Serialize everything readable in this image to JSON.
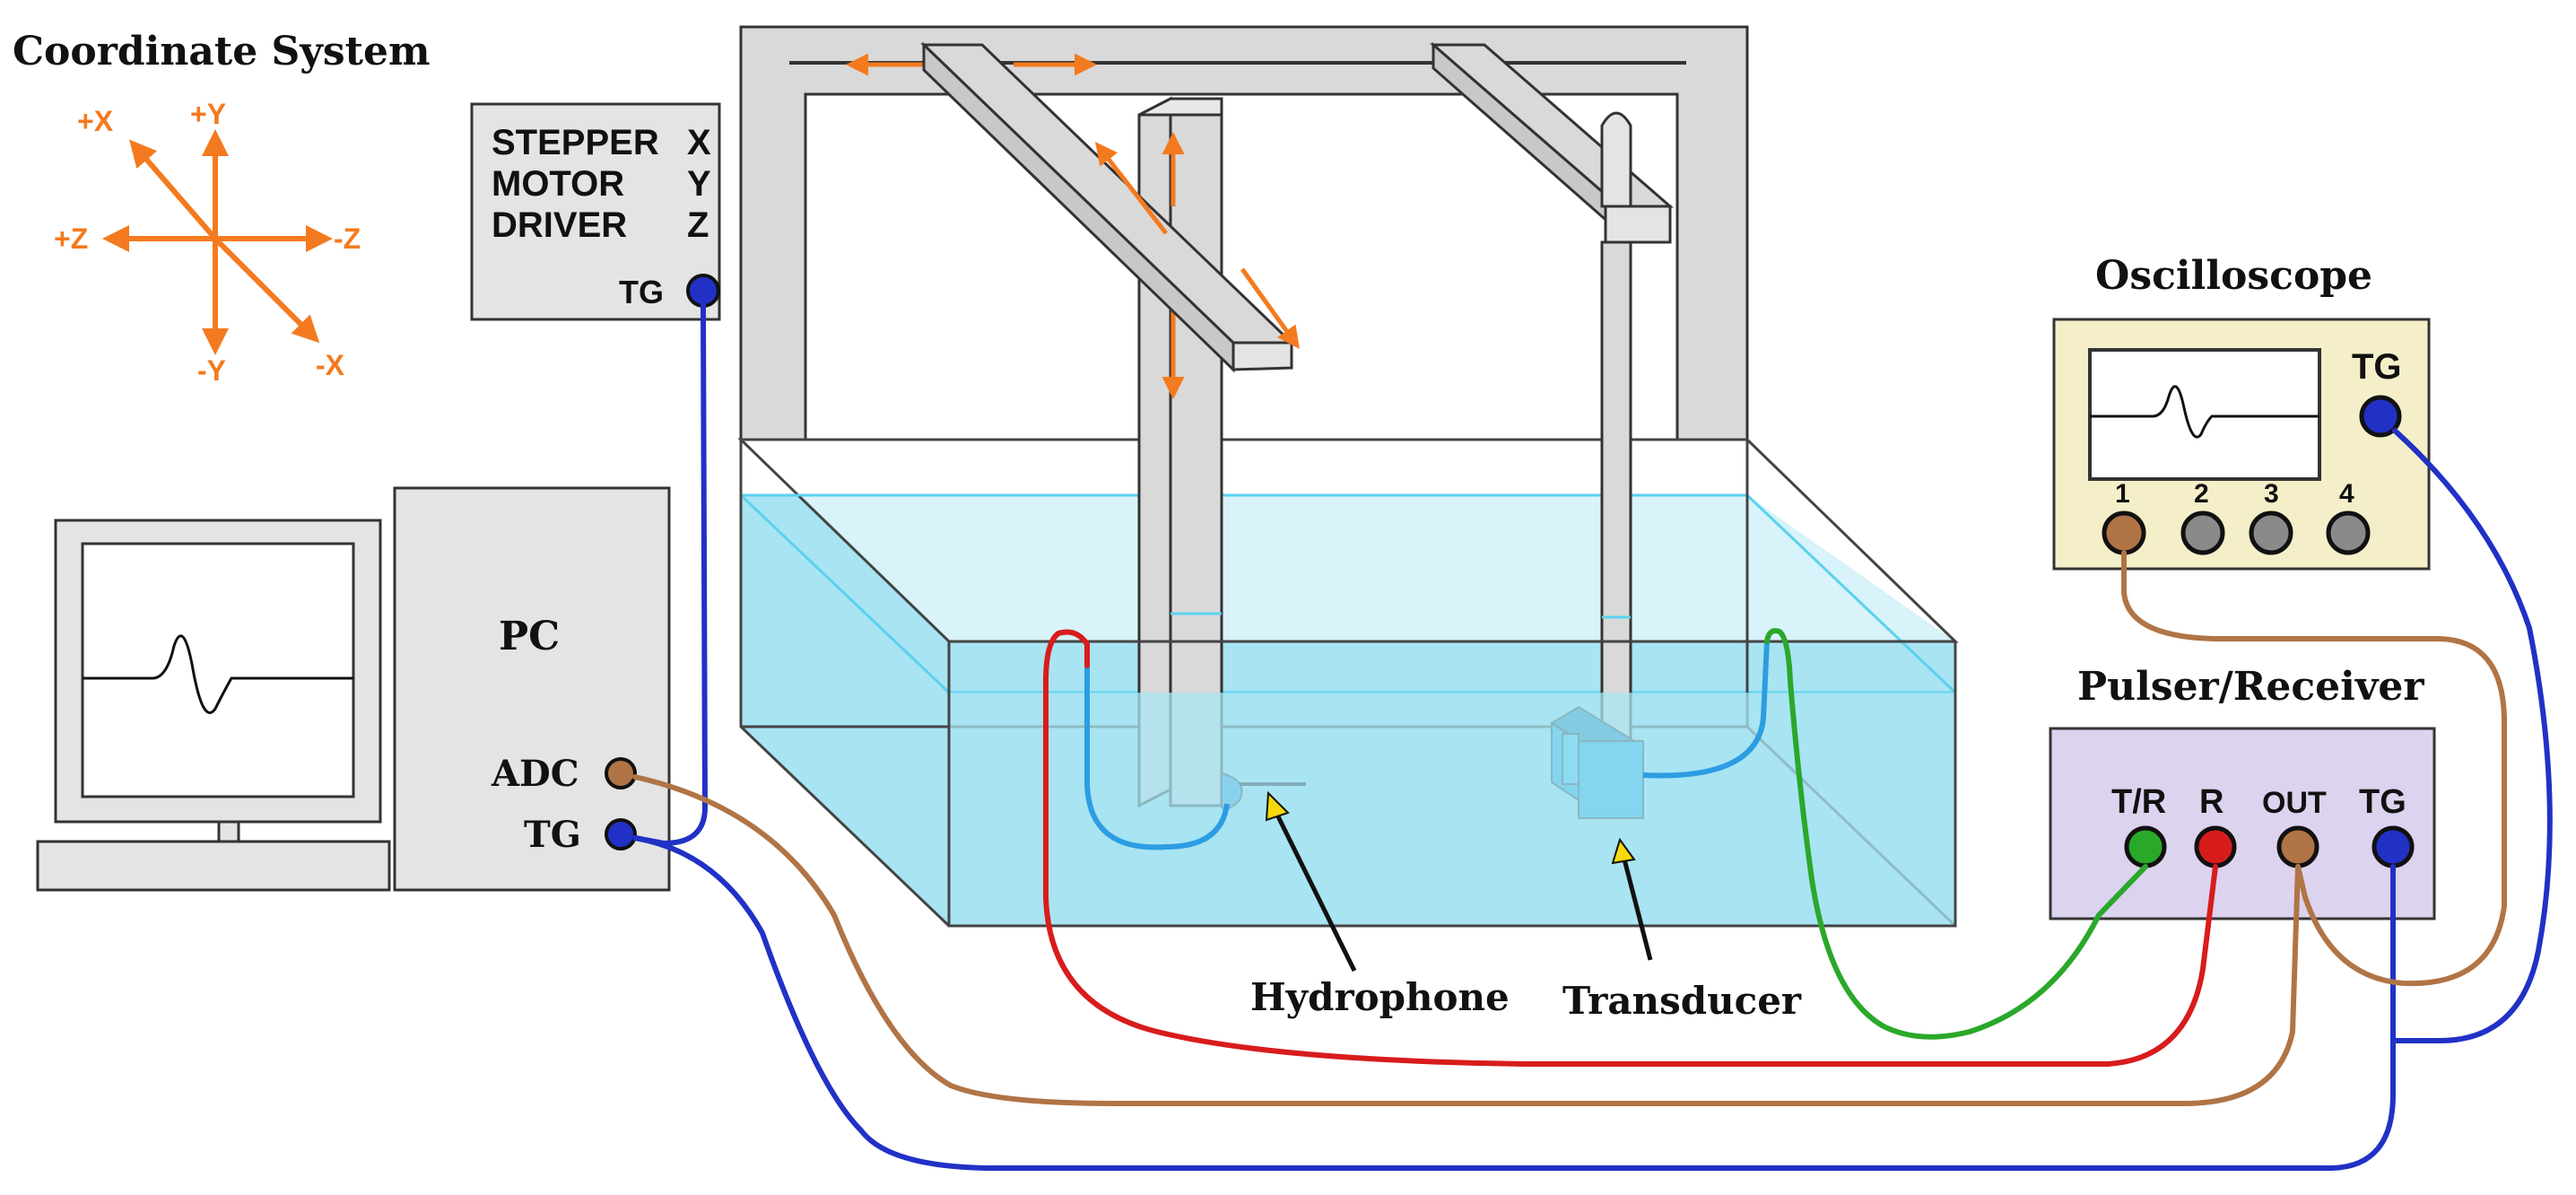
{
  "colors": {
    "orange": "#f47a1f",
    "frame_gray": "#d9d9d9",
    "water": "#a8e4f2",
    "water_edge": "#5ad1ef",
    "cable_blue": "#2131c6",
    "cable_red": "#d81c1c",
    "cable_brown": "#b07446",
    "cable_green": "#2aa82a",
    "cable_light_blue": "#2d9de3",
    "scope_bg": "#f5efc9",
    "pulser_bg": "#dcd3ef",
    "transducer_blue": "#1aa6e8"
  },
  "coordinate_system": {
    "title": "Coordinate System",
    "labels": {
      "px": "+X",
      "py": "+Y",
      "pz": "+Z",
      "mz": "-Z",
      "my": "-Y",
      "mx": "-X"
    }
  },
  "stepper_driver": {
    "lines": [
      "STEPPER",
      "MOTOR",
      "DRIVER"
    ],
    "axes": [
      "X",
      "Y",
      "Z"
    ],
    "tg_label": "TG"
  },
  "pc": {
    "label": "PC",
    "adc_label": "ADC",
    "tg_label": "TG"
  },
  "oscilloscope": {
    "title": "Oscilloscope",
    "tg_label": "TG",
    "channels": [
      "1",
      "2",
      "3",
      "4"
    ]
  },
  "pulser_receiver": {
    "title": "Pulser/Receiver",
    "ports": [
      "T/R",
      "R",
      "OUT",
      "TG"
    ]
  },
  "tank_labels": {
    "hydrophone": "Hydrophone",
    "transducer": "Transducer"
  }
}
